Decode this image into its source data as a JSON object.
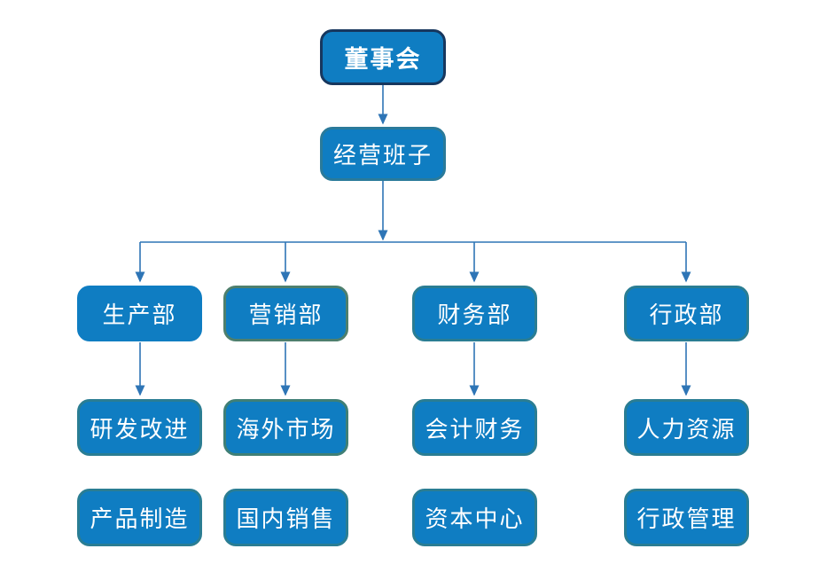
{
  "diagram": {
    "type": "org-chart",
    "background_color": "#ffffff",
    "box_fill_color": "#0f7dc2",
    "box_text_color": "#ffffff",
    "connector_color": "#2e75b6",
    "nodes": [
      {
        "id": "board",
        "label": "董事会",
        "level": 1,
        "border_color": "#17375e"
      },
      {
        "id": "management",
        "label": "经营班子",
        "level": 2,
        "border_color": "#2a7a9a"
      },
      {
        "id": "production",
        "label": "生产部",
        "level": 3,
        "border_color": "#0f7dc2"
      },
      {
        "id": "marketing",
        "label": "营销部",
        "level": 3,
        "border_color": "#4e7f6d"
      },
      {
        "id": "finance",
        "label": "财务部",
        "level": 3,
        "border_color": "#2a7d93"
      },
      {
        "id": "administration",
        "label": "行政部",
        "level": 3,
        "border_color": "#2a7d93"
      },
      {
        "id": "rd-improvement",
        "label": "研发改进",
        "level": 4,
        "border_color": "#2a7d93"
      },
      {
        "id": "overseas-market",
        "label": "海外市场",
        "level": 4,
        "border_color": "#3f7f76"
      },
      {
        "id": "accounting",
        "label": "会计财务",
        "level": 4,
        "border_color": "#2a7d93"
      },
      {
        "id": "human-resources",
        "label": "人力资源",
        "level": 4,
        "border_color": "#2a7d93"
      },
      {
        "id": "manufacturing",
        "label": "产品制造",
        "level": 5,
        "border_color": "#2a7d93"
      },
      {
        "id": "domestic-sales",
        "label": "国内销售",
        "level": 5,
        "border_color": "#2a7d93"
      },
      {
        "id": "capital-center",
        "label": "资本中心",
        "level": 5,
        "border_color": "#2a7d93"
      },
      {
        "id": "admin-mgmt",
        "label": "行政管理",
        "level": 5,
        "border_color": "#2a7d93"
      }
    ],
    "edges": [
      {
        "from": "board",
        "to": "management",
        "arrow": true
      },
      {
        "from": "management",
        "to": "production",
        "arrow": true
      },
      {
        "from": "management",
        "to": "marketing",
        "arrow": true
      },
      {
        "from": "management",
        "to": "finance",
        "arrow": true
      },
      {
        "from": "management",
        "to": "administration",
        "arrow": true
      },
      {
        "from": "production",
        "to": "rd-improvement",
        "arrow": true
      },
      {
        "from": "marketing",
        "to": "overseas-market",
        "arrow": true
      },
      {
        "from": "finance",
        "to": "accounting",
        "arrow": true
      },
      {
        "from": "administration",
        "to": "human-resources",
        "arrow": true
      }
    ]
  }
}
